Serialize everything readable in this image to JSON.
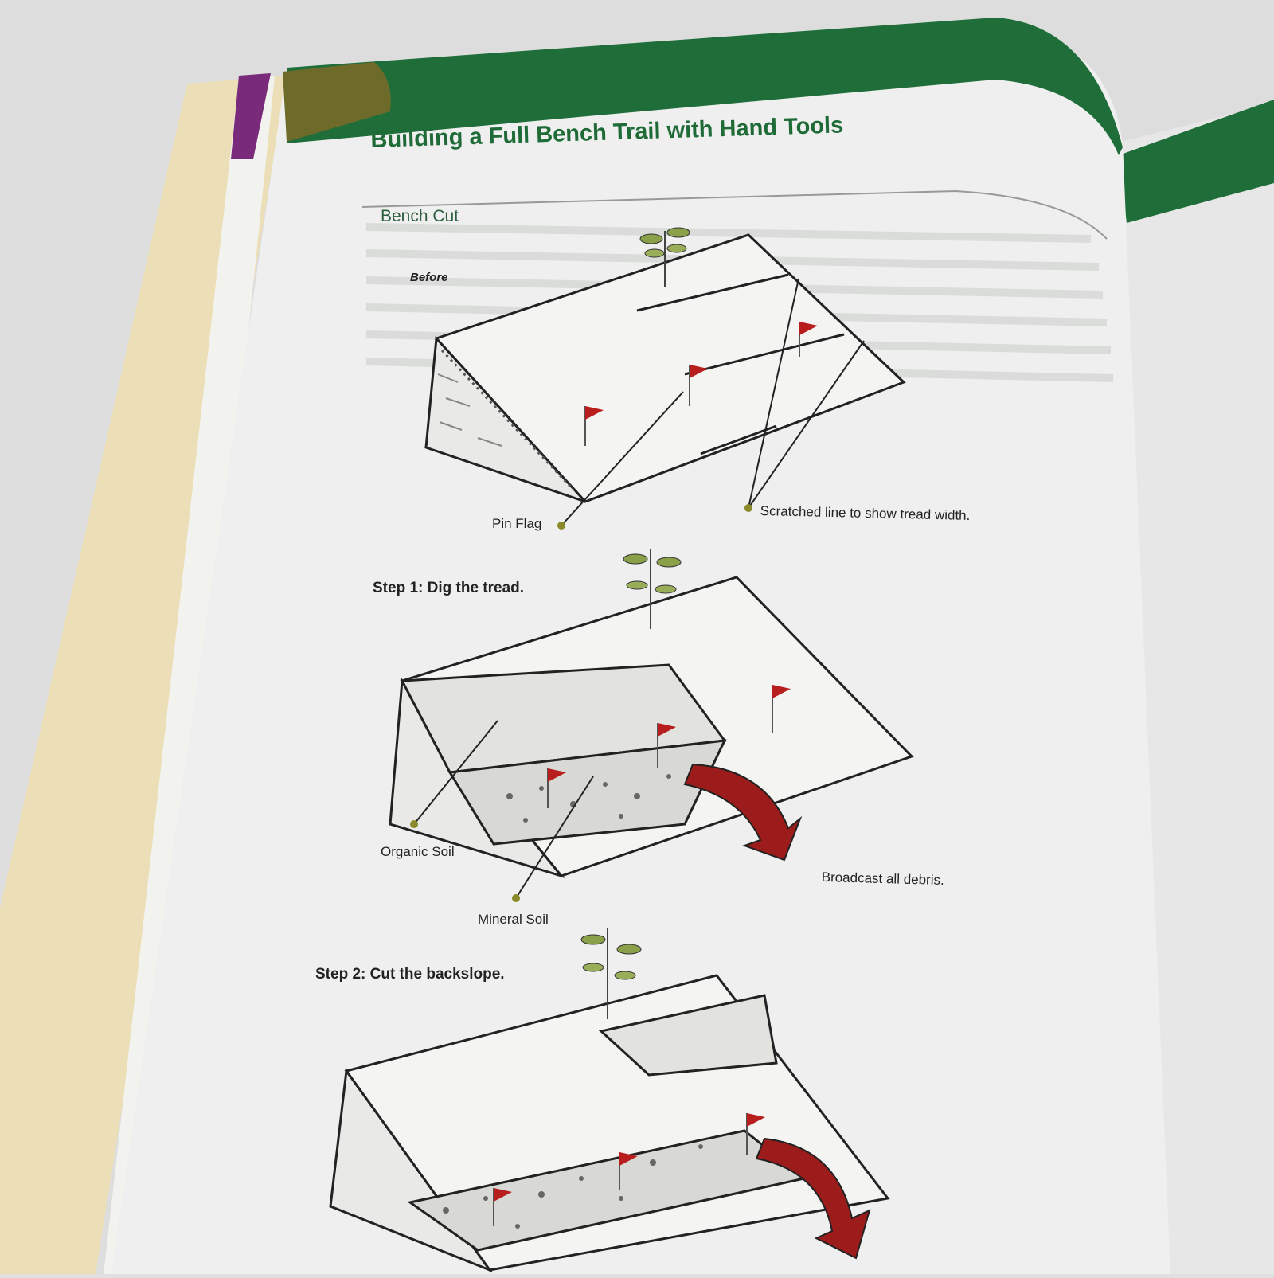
{
  "page": {
    "title": "Building a Full Bench Trail with Hand Tools",
    "section_heading": "Bench Cut"
  },
  "diagram": {
    "before_label": "Before",
    "step1_label": "Step 1: Dig the tread.",
    "step2_label": "Step 2: Cut the backslope.",
    "callouts": {
      "pin_flag": "Pin Flag",
      "scratched_line": "Scratched line to show tread width.",
      "organic_soil": "Organic Soil",
      "mineral_soil": "Mineral Soil",
      "broadcast": "Broadcast all debris."
    }
  },
  "colors": {
    "header_green": "#1f6e3a",
    "olive_tab": "#6e6a2a",
    "flag_red": "#b81e1e",
    "arrow_red": "#9c1c1c",
    "callout_dot": "#8a8a2a",
    "page": "#eeefee",
    "desk": "#dcdddc",
    "cover": "#ecdfb8"
  },
  "icons": [
    "seedling-icon",
    "pin-flag-icon",
    "grass-tuft-icon",
    "curved-arrow-icon"
  ]
}
